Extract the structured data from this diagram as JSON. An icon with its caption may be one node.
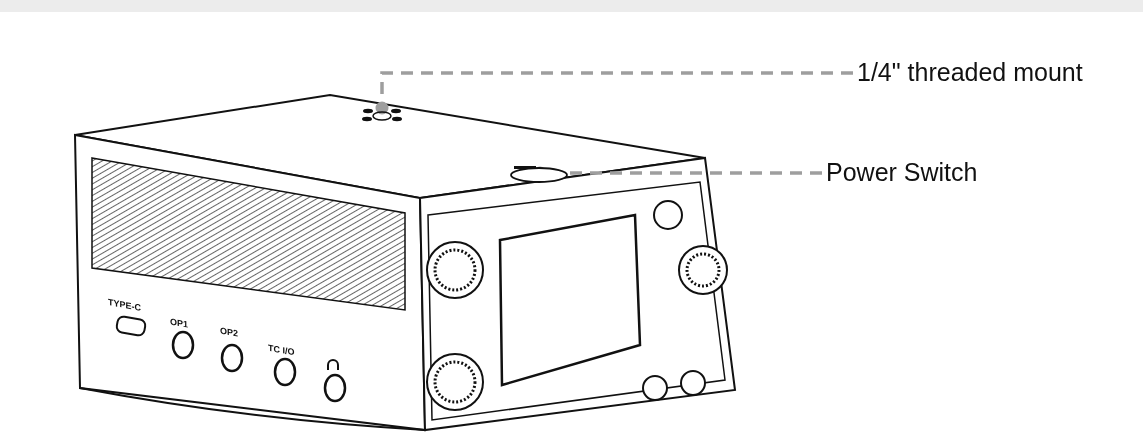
{
  "diagram": {
    "nodes": [
      {
        "text": [
          "1/4\" threaded mount"
        ]
      },
      {
        "text": [],
        "shape": "circle"
      },
      {
        "text": [
          "Power Switch"
        ]
      },
      {
        "text": [],
        "shape": "circle"
      }
    ],
    "edges": [
      {
        "from": 0,
        "to": 1,
        "arrow": "other"
      },
      {
        "from": 2,
        "to": 3,
        "arrow": "other"
      }
    ],
    "labels": [
      "TYPE-C",
      "OP1",
      "OP2",
      "TC I/O"
    ]
  }
}
